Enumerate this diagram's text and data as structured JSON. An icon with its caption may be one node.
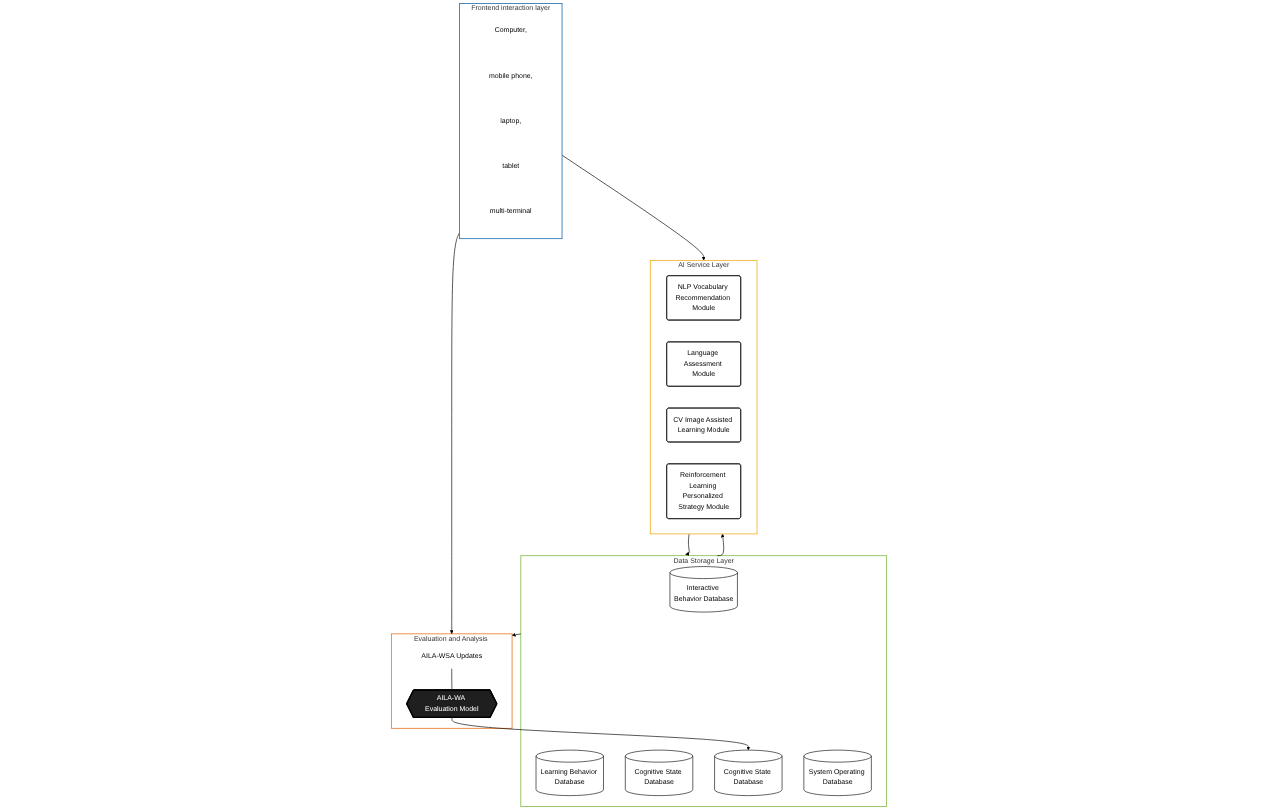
{
  "diagram": {
    "nodes": [
      {
        "text": [
          "Frontend interaction layer"
        ]
      },
      {
        "text": [
          "Computer,"
        ],
        "in": 0
      },
      {
        "text": [
          "mobile phone,"
        ],
        "in": 0
      },
      {
        "text": [
          "laptop,"
        ],
        "in": 0
      },
      {
        "text": [
          "tablet"
        ],
        "in": 0
      },
      {
        "text": [
          "multi-terminal"
        ],
        "in": 0
      },
      {
        "text": [
          "AI Service Layer"
        ]
      },
      {
        "text": [
          "NLP Vocabulary Recommendation Module"
        ],
        "in": 6
      },
      {
        "text": [
          "Language Assessment Module"
        ],
        "in": 6
      },
      {
        "text": [
          "CV Image Assisted Learning Module"
        ],
        "in": 6
      },
      {
        "text": [
          "Reinforcement Learning Personalized Strategy Module"
        ],
        "in": 6
      },
      {
        "text": [
          "Data Storage Layer"
        ]
      },
      {
        "text": [
          "Interactive Behavior Database"
        ],
        "in": 11
      },
      {
        "text": [
          "Learning Behavior Database"
        ],
        "in": 11
      },
      {
        "text": [
          "Cognitive State Database"
        ],
        "in": 11
      },
      {
        "text": [
          "Cognitive State Database"
        ],
        "in": 11
      },
      {
        "text": [
          "System Operating Database"
        ],
        "in": 11
      },
      {
        "text": [
          "Evaluation and Analysis Layer"
        ]
      },
      {
        "text": [
          "AILA-WSA Updates"
        ],
        "in": 17
      },
      {
        "text": [
          "AILA-WA Evaluation Model"
        ],
        "in": 17
      }
    ],
    "edges": [
      {
        "from": 0,
        "to": 6,
        "arrow": "to"
      },
      {
        "from": 6,
        "to": 11,
        "arrow": "to"
      },
      {
        "from": 11,
        "to": 17,
        "arrow": "to"
      },
      {
        "from": 19,
        "to": 15,
        "arrow": "to"
      },
      {
        "from": 18,
        "to": 19,
        "arrow": "none"
      },
      {
        "from": 0,
        "to": 17,
        "arrow": "to"
      },
      {
        "from": 11,
        "to": 6,
        "arrow": "to"
      }
    ]
  }
}
